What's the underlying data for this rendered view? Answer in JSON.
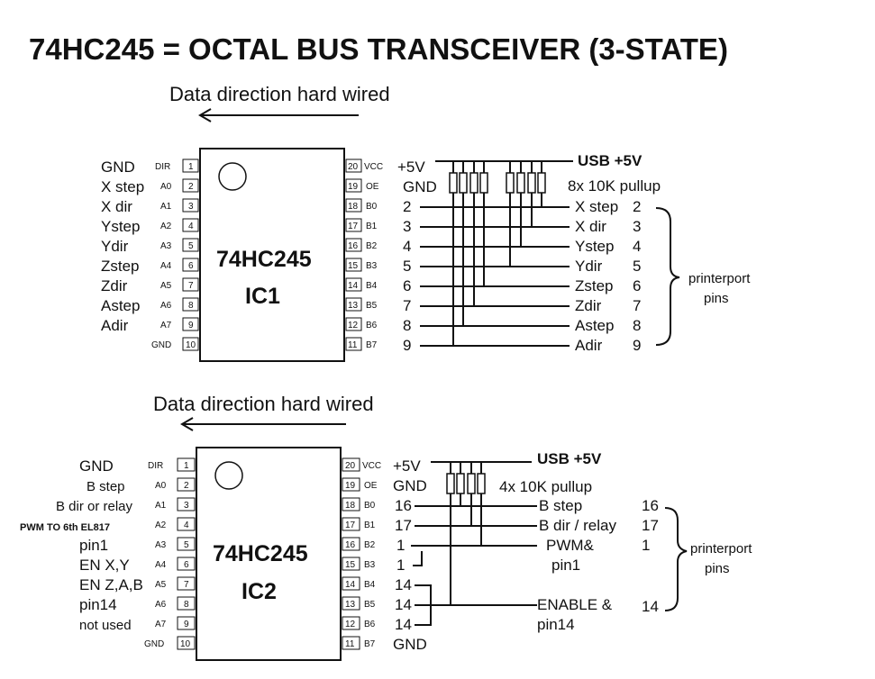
{
  "title": "74HC245 =  OCTAL BUS TRANSCEIVER (3-STATE)",
  "ic1": {
    "direction_caption": "Data direction hard wired",
    "chip_part": "74HC245",
    "chip_ref": "IC1",
    "left_signals": [
      "GND",
      "X step",
      "X dir",
      "Ystep",
      "Ydir",
      "Zstep",
      "Zdir",
      "Astep",
      "Adir"
    ],
    "left_pins": [
      {
        "name": "DIR",
        "num": "1"
      },
      {
        "name": "A0",
        "num": "2"
      },
      {
        "name": "A1",
        "num": "3"
      },
      {
        "name": "A2",
        "num": "4"
      },
      {
        "name": "A3",
        "num": "5"
      },
      {
        "name": "A4",
        "num": "6"
      },
      {
        "name": "A5",
        "num": "7"
      },
      {
        "name": "A6",
        "num": "8"
      },
      {
        "name": "A7",
        "num": "9"
      },
      {
        "name": "GND",
        "num": "10"
      }
    ],
    "right_pins": [
      {
        "name": "VCC",
        "num": "20"
      },
      {
        "name": "OE",
        "num": "19"
      },
      {
        "name": "B0",
        "num": "18"
      },
      {
        "name": "B1",
        "num": "17"
      },
      {
        "name": "B2",
        "num": "16"
      },
      {
        "name": "B3",
        "num": "15"
      },
      {
        "name": "B4",
        "num": "14"
      },
      {
        "name": "B5",
        "num": "13"
      },
      {
        "name": "B6",
        "num": "12"
      },
      {
        "name": "B7",
        "num": "11"
      }
    ],
    "vcc_label": "+5V",
    "oe_label": "GND",
    "b_numbers": [
      "2",
      "3",
      "4",
      "5",
      "6",
      "7",
      "8",
      "9"
    ],
    "usb_label": "USB +5V",
    "pullup_label": "8x 10K pullup",
    "outputs": [
      {
        "name": "X step",
        "pin": "2"
      },
      {
        "name": "X dir",
        "pin": "3"
      },
      {
        "name": "Ystep",
        "pin": "4"
      },
      {
        "name": "Ydir",
        "pin": "5"
      },
      {
        "name": "Zstep",
        "pin": "6"
      },
      {
        "name": "Zdir",
        "pin": "7"
      },
      {
        "name": "Astep",
        "pin": "8"
      },
      {
        "name": "Adir",
        "pin": "9"
      }
    ],
    "printerport_line1": "printerport",
    "printerport_line2": "pins"
  },
  "ic2": {
    "direction_caption": "Data direction hard wired",
    "chip_part": "74HC245",
    "chip_ref": "IC2",
    "left_signals": [
      "GND",
      "B step",
      "B dir or relay",
      "PWM TO 6th EL817",
      "pin1",
      "EN X,Y",
      "EN Z,A,B",
      "pin14",
      "not used"
    ],
    "left_pins": [
      {
        "name": "DIR",
        "num": "1"
      },
      {
        "name": "A0",
        "num": "2"
      },
      {
        "name": "A1",
        "num": "3"
      },
      {
        "name": "A2",
        "num": "4"
      },
      {
        "name": "A3",
        "num": "5"
      },
      {
        "name": "A4",
        "num": "6"
      },
      {
        "name": "A5",
        "num": "7"
      },
      {
        "name": "A6",
        "num": "8"
      },
      {
        "name": "A7",
        "num": "9"
      },
      {
        "name": "GND",
        "num": "10"
      }
    ],
    "right_pins": [
      {
        "name": "VCC",
        "num": "20"
      },
      {
        "name": "OE",
        "num": "19"
      },
      {
        "name": "B0",
        "num": "18"
      },
      {
        "name": "B1",
        "num": "17"
      },
      {
        "name": "B2",
        "num": "16"
      },
      {
        "name": "B3",
        "num": "15"
      },
      {
        "name": "B4",
        "num": "14"
      },
      {
        "name": "B5",
        "num": "13"
      },
      {
        "name": "B6",
        "num": "12"
      },
      {
        "name": "B7",
        "num": "11"
      }
    ],
    "vcc_label": "+5V",
    "oe_label": "GND",
    "b_numbers": [
      "16",
      "17",
      "1",
      "1",
      "14",
      "14",
      "14"
    ],
    "b7_label": "GND",
    "usb_label": "USB +5V",
    "pullup_label": "4x 10K pullup",
    "outputs": [
      {
        "name": "B step",
        "pin": "16"
      },
      {
        "name": "B dir / relay",
        "pin": "17"
      },
      {
        "name": "PWM&",
        "name2": "pin1",
        "pin": "1"
      },
      {
        "name": "ENABLE &",
        "name2": "pin14",
        "pin": "14"
      }
    ],
    "printerport_line1": "printerport",
    "printerport_line2": "pins"
  }
}
